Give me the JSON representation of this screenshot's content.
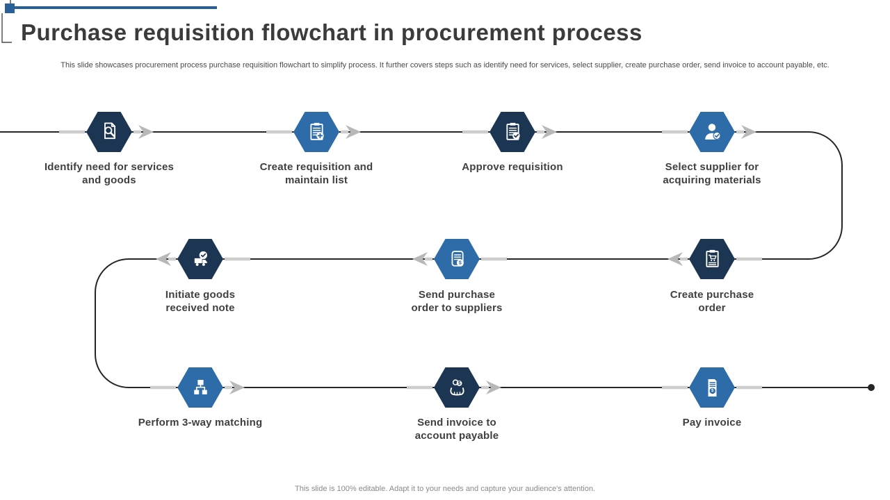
{
  "slide": {
    "title": "Purchase requisition flowchart in procurement process",
    "subtitle": "This slide showcases procurement process purchase requisition flowchart to simplify process. It further covers steps such as identify need for services, select supplier, create purchase order, send invoice to account payable, etc.",
    "footer": "This slide is 100% editable. Adapt it to your needs and capture your audience's attention."
  },
  "glyphs": {
    "dollar": "$"
  },
  "colors": {
    "accent_blue": "#2a6099",
    "hexagon_dark": "#1b3552",
    "hexagon_blue": "#2d6ca8",
    "connector_line": "#252525",
    "arrow_gray": "#b8b8b8",
    "text_dark": "#3f4041"
  },
  "steps": [
    {
      "label": "Identify need for services and goods",
      "icon": "document-search-icon",
      "variant": "dark"
    },
    {
      "label": "Create requisition and maintain list",
      "icon": "clipboard-add-icon",
      "variant": "blue"
    },
    {
      "label": "Approve requisition",
      "icon": "clipboard-check-icon",
      "variant": "dark"
    },
    {
      "label": "Select supplier for acquiring materials",
      "icon": "supplier-person-check-icon",
      "variant": "blue"
    },
    {
      "label": "Create purchase order",
      "icon": "clipboard-cart-icon",
      "variant": "dark"
    },
    {
      "label": "Send purchase order to suppliers",
      "icon": "scroll-dollar-icon",
      "variant": "blue"
    },
    {
      "label": "Initiate goods received note",
      "icon": "delivery-truck-check-icon",
      "variant": "dark"
    },
    {
      "label": "Perform 3-way matching",
      "icon": "sitemap-icon",
      "variant": "blue"
    },
    {
      "label": "Send invoice to account payable",
      "icon": "hands-coins-icon",
      "variant": "dark"
    },
    {
      "label": "Pay invoice",
      "icon": "invoice-dollar-icon",
      "variant": "blue"
    }
  ]
}
